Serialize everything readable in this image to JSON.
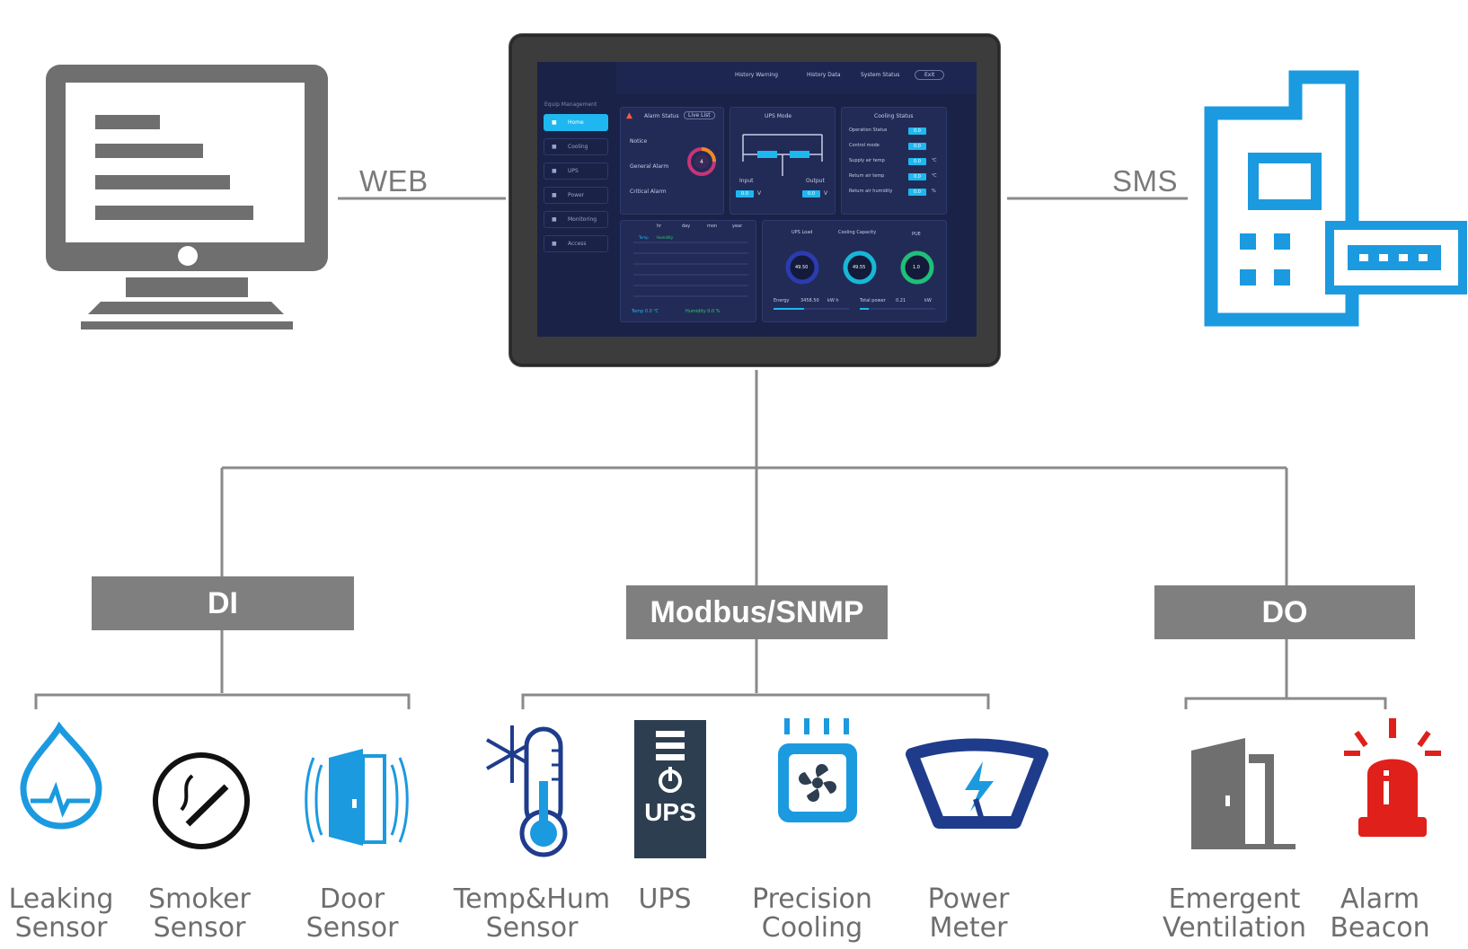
{
  "connections": {
    "web_label": "WEB",
    "sms_label": "SMS"
  },
  "tablet": {
    "header": {
      "history_warning": "History Warning",
      "history_data": "History Data",
      "system_status": "System Status",
      "exit": "Exit"
    },
    "sidebar": {
      "title": "Equip Management",
      "items": [
        "Home",
        "Cooling",
        "UPS",
        "Power",
        "Monitoring",
        "Access"
      ]
    },
    "alarm": {
      "title": "Alarm Status",
      "live_list": "Live List",
      "notice": "Notice",
      "general": "General Alarm",
      "critical": "Critical Alarm",
      "total": "4"
    },
    "ups_mode": {
      "title": "UPS Mode",
      "input": "Input",
      "output": "Output",
      "unit": "V",
      "input_val": "0.0",
      "output_val": "0.0"
    },
    "cooling_status": {
      "title": "Cooling Status",
      "rows": [
        {
          "label": "Operation Status",
          "value": "0.0",
          "unit": ""
        },
        {
          "label": "Control mode",
          "value": "0.0",
          "unit": ""
        },
        {
          "label": "Supply air temp",
          "value": "0.0",
          "unit": "℃"
        },
        {
          "label": "Return air temp",
          "value": "0.0",
          "unit": "℃"
        },
        {
          "label": "Return air humidity",
          "value": "0.0",
          "unit": "%"
        }
      ]
    },
    "trend": {
      "tabs": [
        "hr",
        "day",
        "mon",
        "year"
      ],
      "temp_legend": "Temp",
      "hum_legend": "Humidity",
      "temp_readout": "Temp  0.0 ℃",
      "hum_readout": "Humidity  0.0 %"
    },
    "gauges": {
      "ups_load": "UPS Load",
      "ups_load_val": "49.50",
      "cooling_capacity": "Cooling Capacity",
      "cooling_val": "49.55",
      "pue": "PUE",
      "pue_val": "1.0",
      "energy_label": "Energy",
      "energy_val": "3458.50",
      "energy_unit": "kW h",
      "total_power_label": "Total power",
      "total_power_val": "0.21",
      "total_power_unit": "kW"
    }
  },
  "buses": {
    "di": "DI",
    "modbus": "Modbus/SNMP",
    "do": "DO"
  },
  "devices": {
    "leaking": [
      "Leaking",
      "Sensor"
    ],
    "smoker": [
      "Smoker",
      "Sensor"
    ],
    "door": [
      "Door",
      "Sensor"
    ],
    "temphum": [
      "Temp&Hum",
      "Sensor"
    ],
    "ups": [
      "UPS",
      ""
    ],
    "ups_icon_text": "UPS",
    "cooling": [
      "Precision",
      "Cooling"
    ],
    "power": [
      "Power",
      "Meter"
    ],
    "ventilation": [
      "Emergent",
      "Ventilation"
    ],
    "beacon": [
      "Alarm",
      "Beacon"
    ]
  },
  "colors": {
    "gray": "#7f7f7f",
    "blue": "#1b9ae0",
    "navy": "#1f3c8c",
    "red": "#e0201b",
    "screen_bg": "#1a2247",
    "accent": "#1fb7f0"
  }
}
